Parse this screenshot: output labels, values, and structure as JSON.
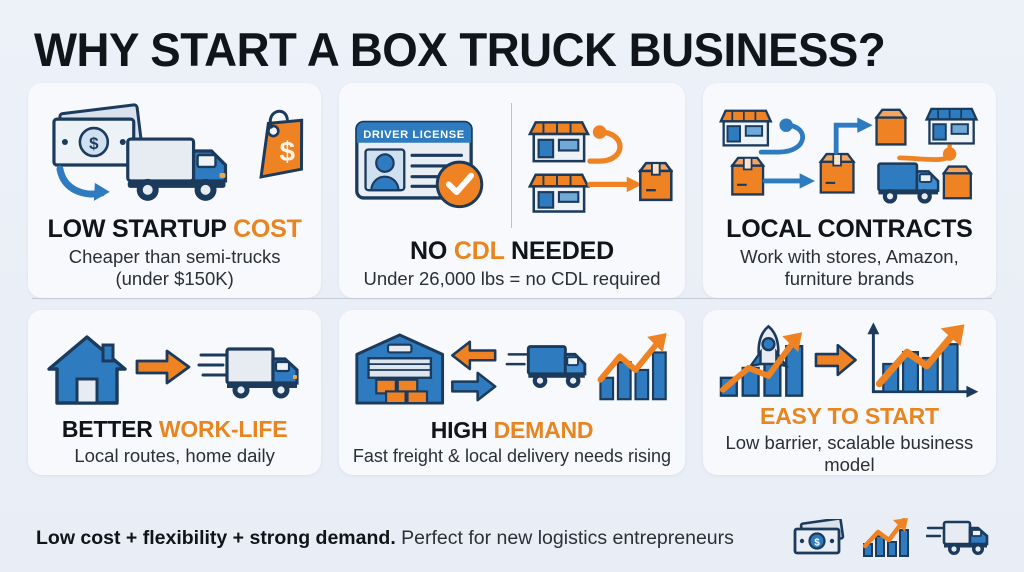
{
  "title": "WHY START A BOX TRUCK BUSINESS?",
  "colors": {
    "background": "#edf1f8",
    "card": "#f7f9fd",
    "accent_orange": "#e8851f",
    "accent_blue": "#2e7bbf",
    "dark_navy": "#1b3a5c",
    "text": "#111418",
    "divider": "#c6ccd6"
  },
  "cards": [
    {
      "id": "low-startup-cost",
      "headline_plain": "LOW STARTUP ",
      "headline_accent": "COST",
      "headline_tail": "",
      "sub_line1": "Cheaper than semi-trucks",
      "sub_line2": "(under $150K)",
      "icons": [
        "money-bill-icon",
        "curved-arrow-icon",
        "box-truck-icon",
        "price-tag-icon"
      ]
    },
    {
      "id": "no-cdl-needed",
      "headline_plain": "NO ",
      "headline_accent": "CDL",
      "headline_tail": " NEEDED",
      "sub_line1": "Under 26,000 lbs = no CDL required",
      "sub_line2": "",
      "license_label": "DRIVER LICENSE",
      "icons": [
        "driver-license-icon",
        "check-circle-icon",
        "storefront-icon",
        "delivery-route-icon",
        "package-box-icon"
      ]
    },
    {
      "id": "local-contracts",
      "headline_plain": "LOCAL CONTRACTS",
      "headline_accent": "",
      "headline_tail": "",
      "sub_line1": "Work with stores, Amazon,",
      "sub_line2": "furniture brands",
      "icons": [
        "storefront-icon",
        "package-box-icon",
        "route-arrow-icon",
        "box-truck-icon"
      ]
    },
    {
      "id": "better-work-life",
      "headline_plain": "BETTER ",
      "headline_accent": "WORK-LIFE",
      "headline_tail": "",
      "sub_line1": "Local routes, home daily",
      "sub_line2": "",
      "icons": [
        "house-icon",
        "arrow-right-icon",
        "moving-truck-icon"
      ]
    },
    {
      "id": "high-demand",
      "headline_plain": "HIGH ",
      "headline_accent": "DEMAND",
      "headline_tail": "",
      "sub_line1": "Fast freight & local delivery needs rising",
      "sub_line2": "",
      "icons": [
        "warehouse-icon",
        "two-way-arrows-icon",
        "delivery-truck-icon",
        "growth-chart-icon"
      ]
    },
    {
      "id": "easy-to-start",
      "headline_plain": "",
      "headline_accent": "EASY TO START",
      "headline_tail": "",
      "sub_line1": "Low barrier, scalable business model",
      "sub_line2": "",
      "icons": [
        "rocket-icon",
        "bar-chart-icon",
        "arrow-right-icon",
        "growth-chart-icon"
      ]
    }
  ],
  "footer": {
    "bold_text": "Low cost + flexibility + strong demand.",
    "normal_text": " Perfect for new logistics entrepreneurs",
    "icons": [
      "money-bill-icon",
      "growth-chart-icon",
      "delivery-truck-icon"
    ]
  }
}
